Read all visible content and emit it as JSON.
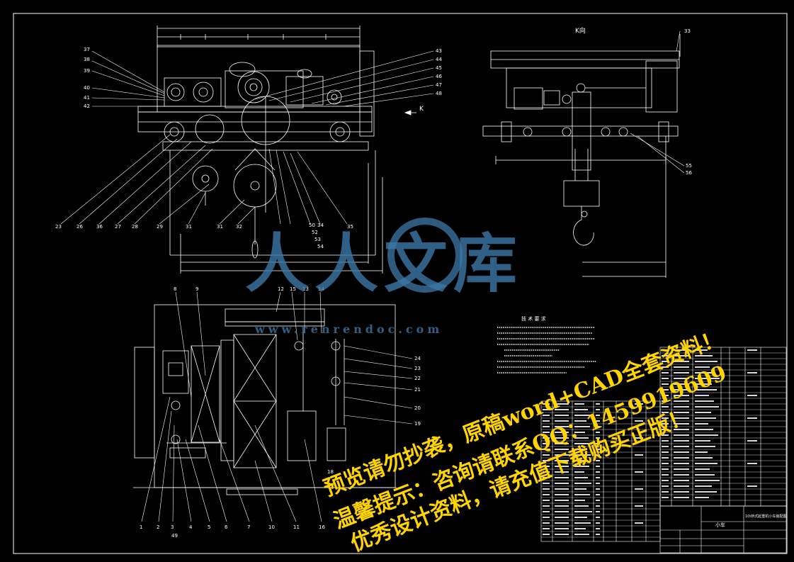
{
  "view_label": "K向",
  "arrow_label": "K",
  "side_callouts": [
    "37",
    "38",
    "39",
    "40",
    "41",
    "42"
  ],
  "right_callouts": [
    "43",
    "44",
    "45",
    "46",
    "47",
    "48"
  ],
  "bottom_callouts": [
    "23",
    "26",
    "36",
    "27",
    "28",
    "29",
    "31",
    "31",
    "32",
    "50",
    "52",
    "53",
    "34",
    "35",
    "54"
  ],
  "k_view_callouts": [
    "33",
    "55",
    "56"
  ],
  "plan_top_callouts": [
    "8",
    "9",
    "12",
    "15",
    "13",
    "14"
  ],
  "plan_right_callouts": [
    "24",
    "23",
    "22",
    "21",
    "20",
    "19"
  ],
  "plan_bottom_callouts": [
    "1",
    "2",
    "3",
    "4",
    "5",
    "6",
    "7",
    "10",
    "11",
    "16",
    "49",
    "18"
  ],
  "tech_req_title": "技 术 要 求",
  "tb_main_title": "小车",
  "tb_drawing_title": "10t桥式起重机小车装配图",
  "watermark_logo": "人人文库",
  "watermark_url": "www.renrendoc.com",
  "watermark_lines": [
    "预览请勿抄袭，原稿word+CAD全套资料！",
    "温馨提示：咨询请联系QQ：1459919609",
    "优秀设计资料，请充值下载购买正版！"
  ],
  "colors": {
    "background": "#000000",
    "line": "#ffffff",
    "watermark": "#ffd400",
    "logo": "#3d78a8"
  }
}
